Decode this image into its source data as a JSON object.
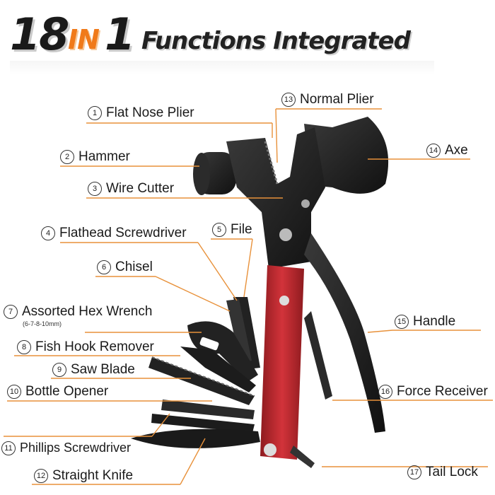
{
  "headline": {
    "big_number_1": "18",
    "connector": "IN",
    "big_number_2": "1",
    "text": "Functions Integrated"
  },
  "labels": [
    {
      "n": "1",
      "text": "Flat Nose Plier"
    },
    {
      "n": "2",
      "text": "Hammer"
    },
    {
      "n": "3",
      "text": "Wire Cutter"
    },
    {
      "n": "4",
      "text": "Flathead Screwdriver"
    },
    {
      "n": "5",
      "text": "File"
    },
    {
      "n": "6",
      "text": "Chisel"
    },
    {
      "n": "7",
      "text": "Assorted Hex Wrench",
      "sub": "(6-7-8-10mm)"
    },
    {
      "n": "8",
      "text": "Fish Hook Remover"
    },
    {
      "n": "9",
      "text": "Saw Blade"
    },
    {
      "n": "10",
      "text": "Bottle Opener"
    },
    {
      "n": "11",
      "text": "Phillips Screwdriver"
    },
    {
      "n": "12",
      "text": "Straight Knife"
    },
    {
      "n": "13",
      "text": "Normal Plier"
    },
    {
      "n": "14",
      "text": "Axe"
    },
    {
      "n": "15",
      "text": "Handle"
    },
    {
      "n": "16",
      "text": "Force Receiver"
    },
    {
      "n": "17",
      "text": "Tail Lock"
    }
  ],
  "colors": {
    "accent": "#f07a1a",
    "handle_red": "#c0272d",
    "metal": "#1e1e1e",
    "leader_line": "#e8913a"
  }
}
